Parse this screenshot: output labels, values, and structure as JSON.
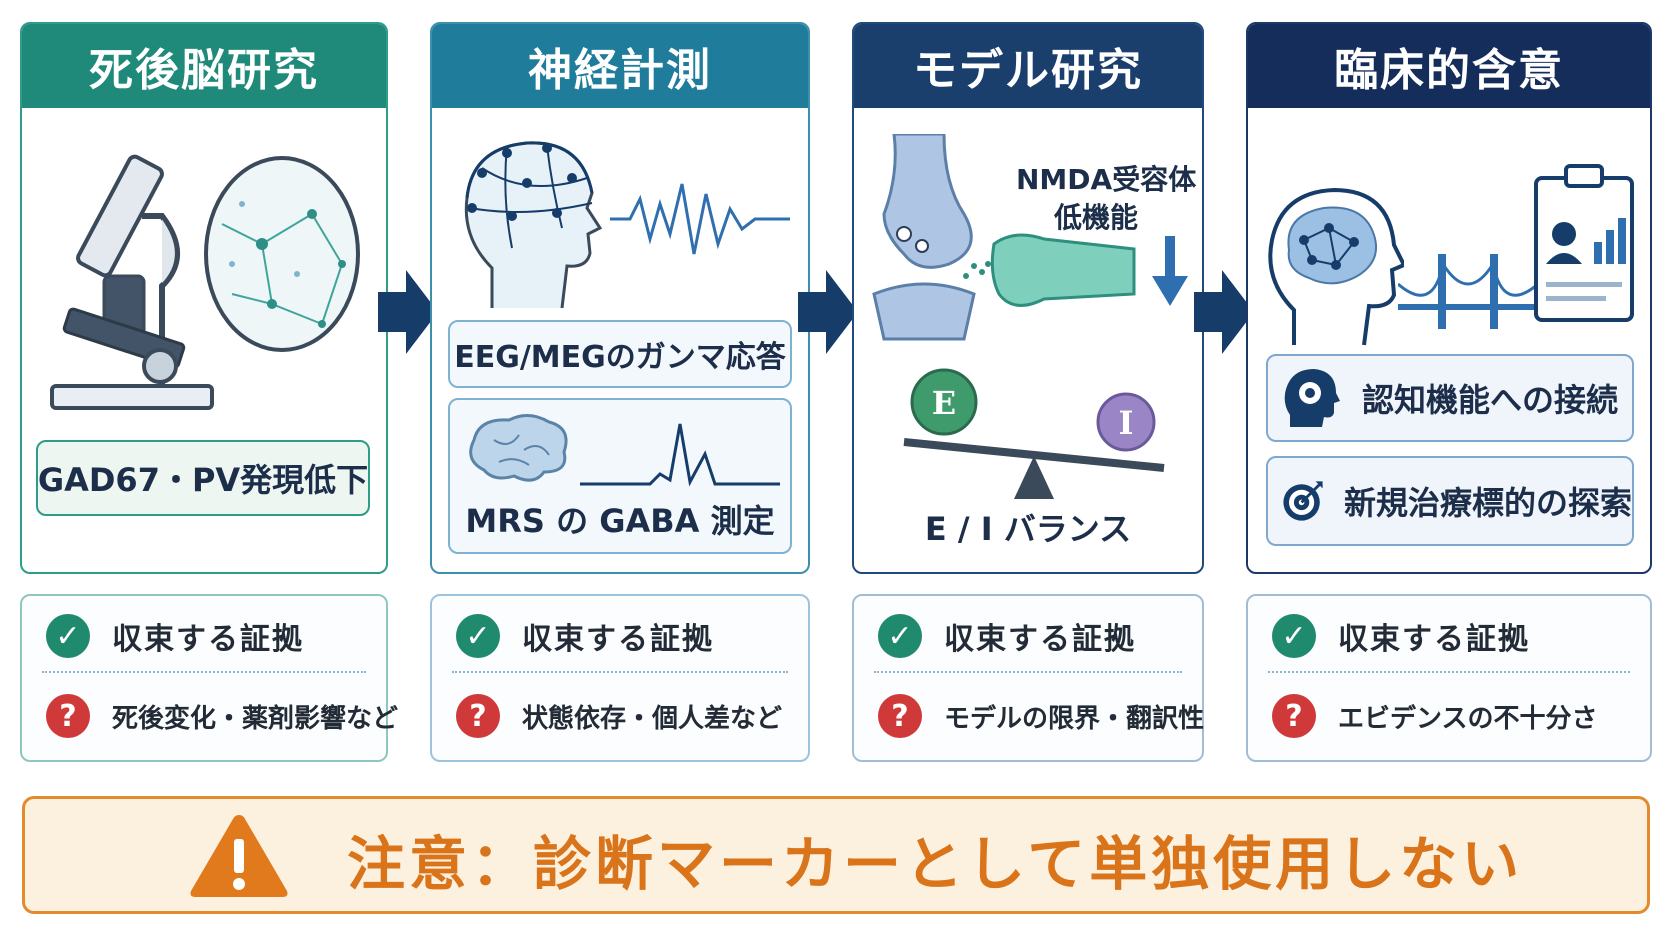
{
  "panels": [
    {
      "title": "死後脳研究",
      "color": "#1f8a7a",
      "border": "#2e9c88",
      "pills": [
        "GAD67・PV発現低下"
      ]
    },
    {
      "title": "神経計測",
      "color": "#1f7c9a",
      "border": "#3d8fb0",
      "pills": [
        "EEG/MEGのガンマ応答",
        "MRS の GABA 測定"
      ]
    },
    {
      "title": "モデル研究",
      "color": "#1a3f6c",
      "border": "#1f4a7c",
      "receptor_label_1": "NMDA受容体",
      "receptor_label_2": "低機能",
      "balance_e": "E",
      "balance_i": "I",
      "balance_label": "E / I バランス"
    },
    {
      "title": "臨床的含意",
      "color": "#152d5a",
      "border": "#1c3868",
      "pills": [
        "認知機能への接続",
        "新規治療標的の探索"
      ]
    }
  ],
  "evidence": [
    {
      "supports": "収束する証拠",
      "caveat": "死後変化・薬剤影響など"
    },
    {
      "supports": "収束する証拠",
      "caveat": "状態依存・個人差など"
    },
    {
      "supports": "収束する証拠",
      "caveat": "モデルの限界・翻訳性"
    },
    {
      "supports": "収束する証拠",
      "caveat": "エビデンスの不十分さ"
    }
  ],
  "caution": {
    "text": "注意：診断マーカーとして単独使用しない",
    "icon": "warning-icon"
  },
  "icons": [
    "microscope-icon",
    "neuron-tissue-icon",
    "eeg-head-icon",
    "waveform-icon",
    "brain-icon",
    "spectrum-icon",
    "synapse-icon",
    "down-arrow-icon",
    "balance-scale-icon",
    "head-brain-network-icon",
    "bridge-icon",
    "clipboard-report-icon",
    "gear-head-icon",
    "target-icon",
    "check-icon",
    "question-icon"
  ],
  "colors": {
    "check": "#1f8a6e",
    "question": "#d0393a",
    "caution": "#e28a2c",
    "arrow": "#163c6a"
  }
}
